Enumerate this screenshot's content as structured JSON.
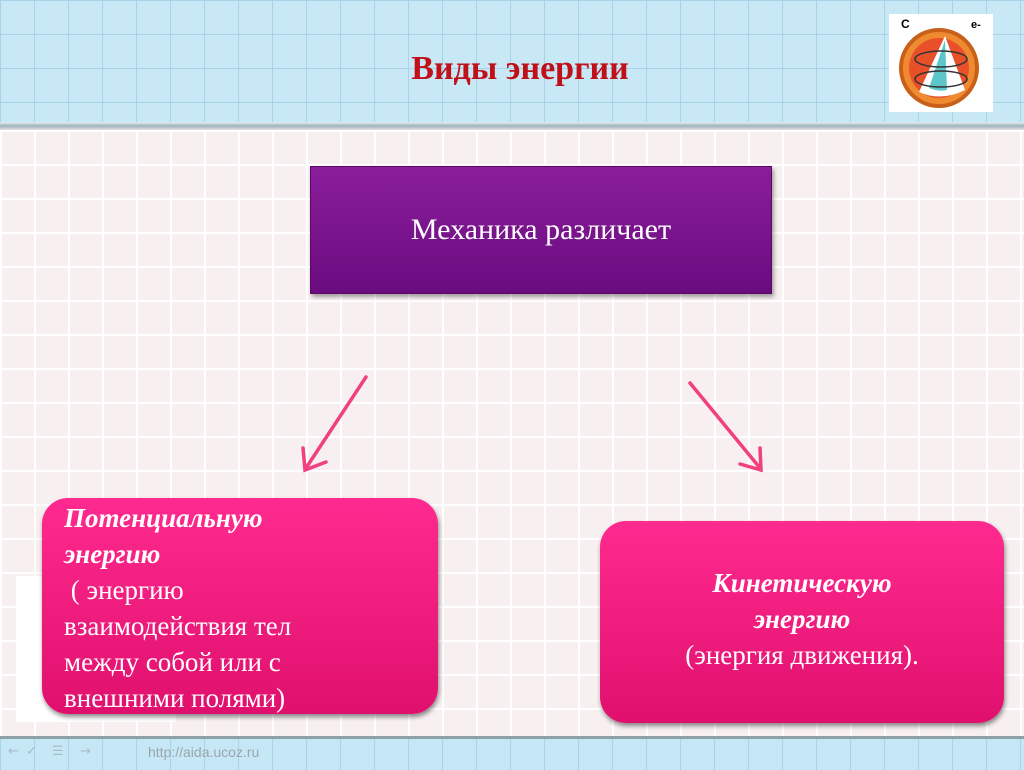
{
  "slide": {
    "title": "Виды энергии",
    "root": "Механика различает",
    "left": {
      "heading_line1": "Потенциальную",
      "heading_line2": "энергию",
      "line1": " ( энергию",
      "line2": "взаимодействия тел",
      "line3": "между собой или с",
      "line4": "внешними полями)"
    },
    "right": {
      "heading_line1": "Кинетическую",
      "heading_line2": "энергию",
      "line1": "(энергия движения)."
    },
    "logo": {
      "label_c": "C",
      "label_e": "e-"
    },
    "footer_url": "http://aida.ucoz.ru"
  },
  "colors": {
    "title": "#c0101a",
    "root_box": "#7a1590",
    "leaf_box": "#f5197f",
    "arrow": "#f0407f"
  },
  "icons": [
    "atom-cone-logo",
    "arrow-left-down",
    "arrow-right-down"
  ]
}
